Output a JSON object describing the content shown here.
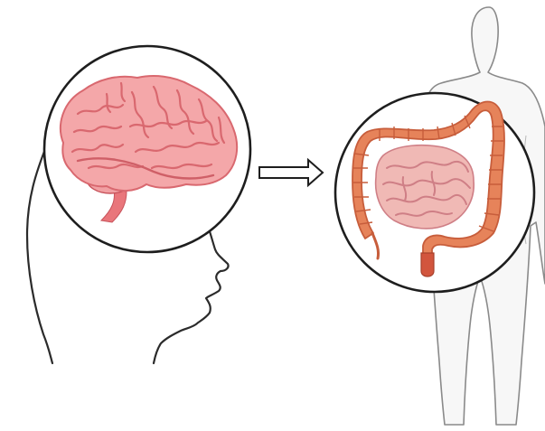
{
  "diagram": {
    "kind": "illustration",
    "flow": "brain-to-gut",
    "elements": [
      {
        "id": "head-silhouette",
        "role": "head outline in profile"
      },
      {
        "id": "brain-magnifier",
        "role": "circle showing brain"
      },
      {
        "id": "arrow",
        "role": "hollow arrow pointing right"
      },
      {
        "id": "body-silhouette",
        "role": "standing human outline"
      },
      {
        "id": "gut-magnifier",
        "role": "circle showing intestines"
      }
    ]
  },
  "colors": {
    "outline": "#2b2b2b",
    "body_outline": "#8a8a8a",
    "body_fill": "#f7f7f7",
    "brain_fill": "#f4a7a9",
    "brain_fold": "#d9686f",
    "brainstem": "#e9767b",
    "colon_fill": "#e6835a",
    "colon_shade": "#c75d3b",
    "small_intestine": "#f0b9b5",
    "small_intestine_fold": "#cf7f86",
    "rectum": "#d2553d"
  }
}
